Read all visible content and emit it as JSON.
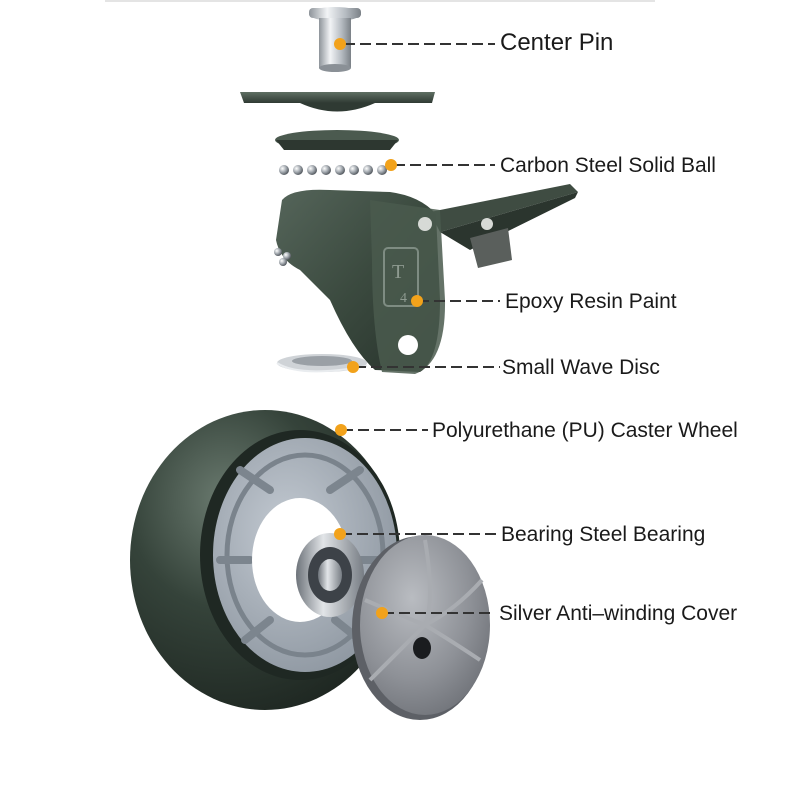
{
  "labels": {
    "center_pin": "Center Pin",
    "carbon_ball": "Carbon Steel Solid Ball",
    "epoxy": "Epoxy Resin Paint",
    "wave_disc": "Small Wave Disc",
    "pu_wheel": "Polyurethane (PU) Caster Wheel",
    "bearing": "Bearing Steel Bearing",
    "cover": "Silver Anti–winding Cover"
  },
  "bracket_marks": [
    "T",
    "4"
  ],
  "colors": {
    "callout_dot": "#f2a21b",
    "leader_line": "#333333",
    "bracket_green": "#3b4a3f",
    "tire_green": "#2e3a32",
    "hub_grey": "#9aa3ad",
    "cover_grey": "#8d9096",
    "steel": "#c9cdd2"
  }
}
